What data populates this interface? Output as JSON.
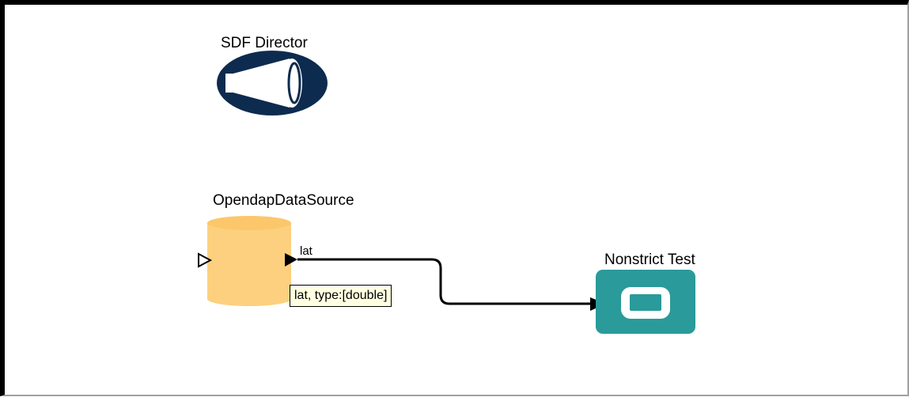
{
  "director": {
    "label": "SDF Director",
    "icon": "megaphone-icon",
    "color": "#0d2b4f"
  },
  "source_actor": {
    "label": "OpendapDataSource",
    "icon": "database-cylinder-icon",
    "color": "#fdd07f",
    "output_port": {
      "label": "lat"
    }
  },
  "test_actor": {
    "label": "Nonstrict Test",
    "icon": "display-screen-icon",
    "color": "#2a9a9a"
  },
  "tooltip": {
    "text": "lat, type:[double]"
  }
}
